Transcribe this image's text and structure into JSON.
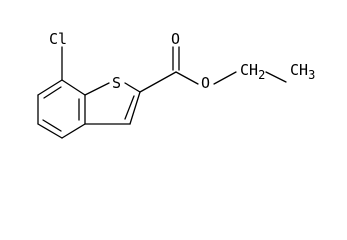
{
  "molecule": {
    "labels": {
      "chlorine": "Cl",
      "sulfur": "S",
      "carbonyl_oxygen": "O",
      "ester_oxygen": "O",
      "methylene": "CH2",
      "methyl": "CH3"
    },
    "methylene_parts": {
      "main": "CH",
      "sub": "2"
    },
    "methyl_parts": {
      "main": "CH",
      "sub": "3"
    }
  }
}
